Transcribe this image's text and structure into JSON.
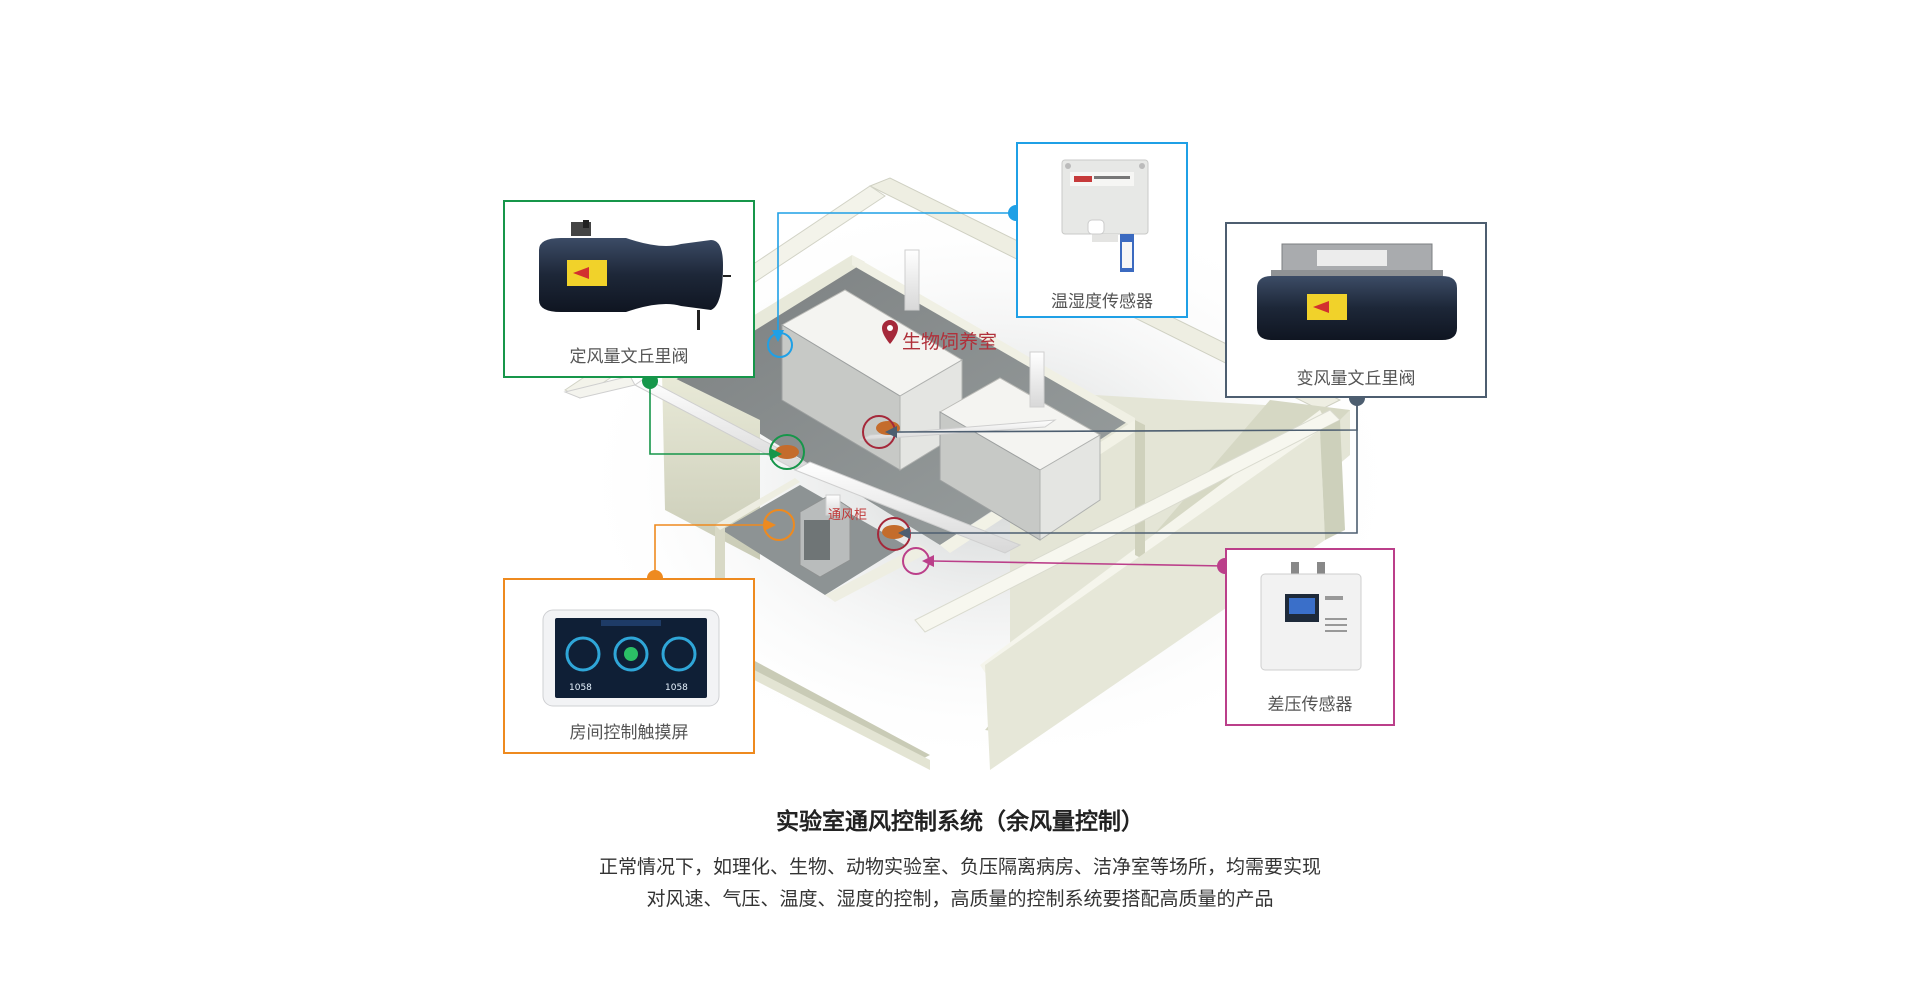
{
  "room_label": "生物饲养室",
  "hood_label": "通风柜",
  "devices": {
    "cav_valve": {
      "name": "定风量文丘里阀",
      "color": "#16964a"
    },
    "temp_humidity_sensor": {
      "name": "温湿度传感器",
      "color": "#1fa0e6"
    },
    "vav_valve": {
      "name": "变风量文丘里阀",
      "color": "#4d5e70"
    },
    "touch_screen": {
      "name": "房间控制触摸屏",
      "color": "#ee8a1f"
    },
    "pressure_sensor": {
      "name": "差压传感器",
      "color": "#bb3f8a"
    }
  },
  "title": "实验室通风控制系统（余风量控制）",
  "description": [
    "正常情况下，如理化、生物、动物实验室、负压隔离病房、洁净室等场所，均需要实现",
    "对风速、气压、温度、湿度的控制，高质量的控制系统要搭配高质量的产品"
  ],
  "screen_readouts": [
    "1058",
    "1058"
  ]
}
